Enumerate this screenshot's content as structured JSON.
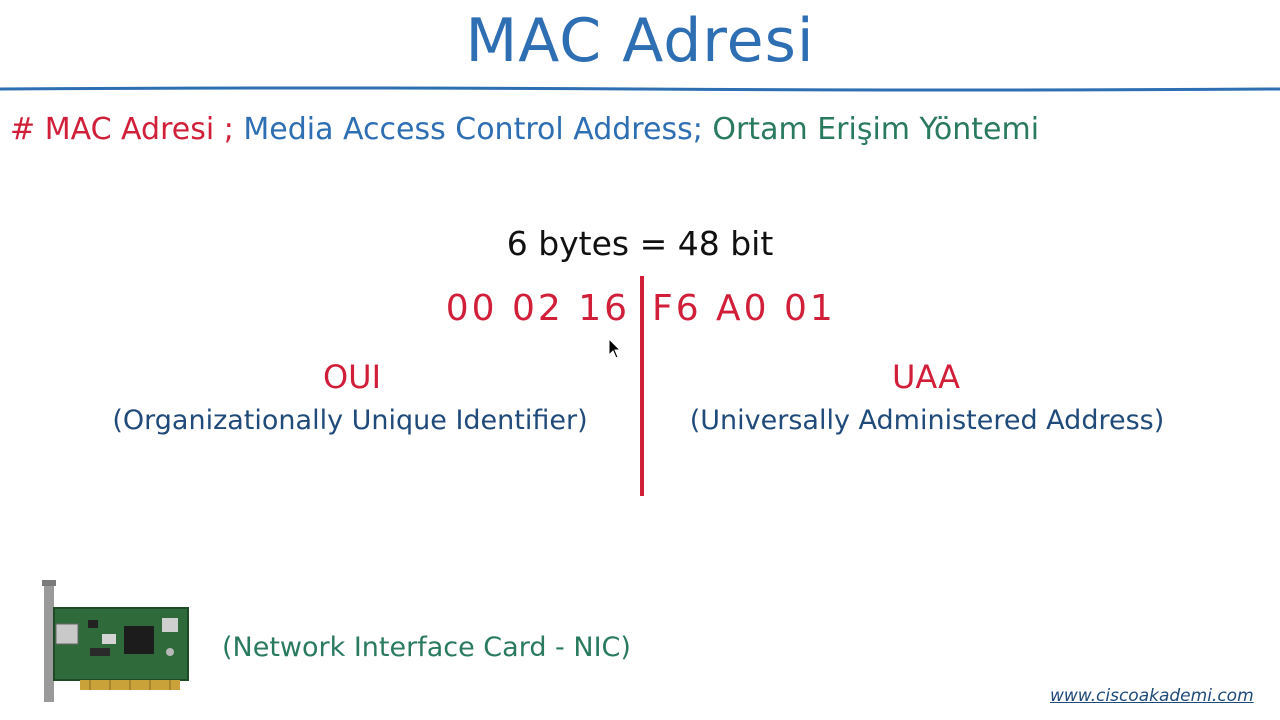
{
  "title": "MAC Adresi",
  "definition": {
    "bullet": "#",
    "term": "MAC Adresi ;",
    "english": "Media Access Control Address;",
    "turkish": "Ortam Erişim Yöntemi"
  },
  "size_line": "6 bytes = 48 bit",
  "oui": {
    "hex": "00 02 16",
    "label": "OUI",
    "full": "(Organizationally Unique Identifier)"
  },
  "uaa": {
    "hex": "F6 A0 01",
    "label": "UAA",
    "full": "(Universally Administered Address)"
  },
  "nic_caption": "(Network Interface Card - NIC)",
  "footer_link": "www.ciscoakademi.com",
  "colors": {
    "title_blue": "#2e6fb3",
    "accent_red": "#d11f3a",
    "green": "#2a7a5e",
    "navy": "#1f4a7a"
  }
}
